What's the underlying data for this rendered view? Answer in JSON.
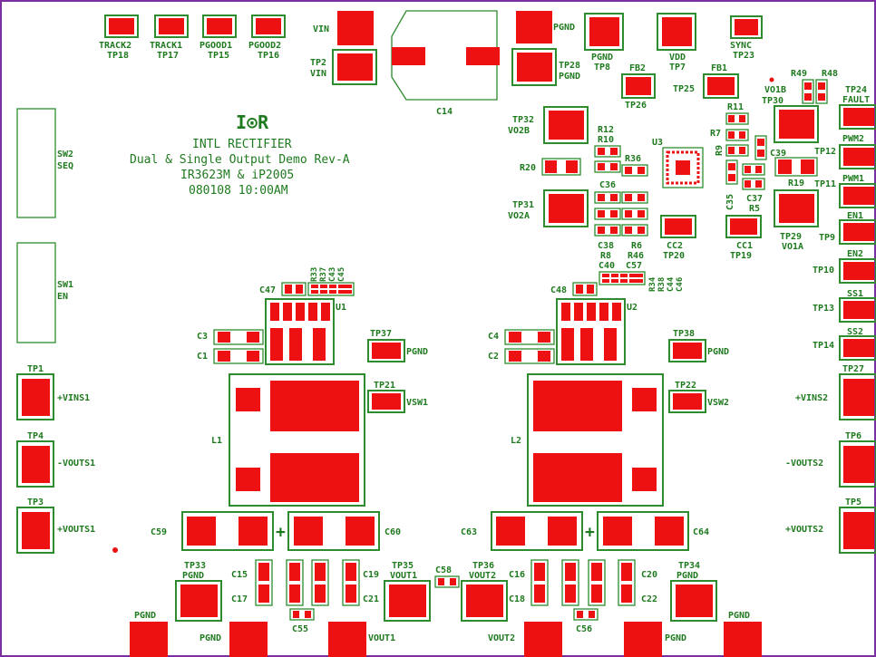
{
  "colors": {
    "copper": "#ee1111",
    "silkscreen": "#1f7a1f",
    "border": "#7b2fa0",
    "background": "#ffffff"
  },
  "logo": "I⊙R",
  "title_block": [
    "INTL RECTIFIER",
    "Dual & Single Output Demo Rev-A",
    "IR3623M & iP2005",
    "080108 10:00AM"
  ],
  "labels": {
    "track2": "TRACK2",
    "tp18": "TP18",
    "track1": "TRACK1",
    "tp17": "TP17",
    "pgood1": "PGOOD1",
    "tp15": "TP15",
    "pgood2": "PGOOD2",
    "tp16": "TP16",
    "vin": "VIN",
    "tp2": "TP2",
    "tp2_vin": "VIN",
    "c14": "C14",
    "pgnd_top": "PGND",
    "tp28": "TP28",
    "tp28_pgnd": "PGND",
    "pgnd_tp8": "PGND",
    "tp8": "TP8",
    "vdd": "VDD",
    "tp7": "TP7",
    "sync": "SYNC",
    "tp23": "TP23",
    "fb2": "FB2",
    "tp26": "TP26",
    "tp25": "TP25",
    "fb1": "FB1",
    "r49": "R49",
    "r48": "R48",
    "vo1b": "VO1B",
    "tp30": "TP30",
    "tp24": "TP24",
    "fault": "FAULT",
    "tp32": "TP32",
    "vo2b": "VO2B",
    "r12": "R12",
    "r10": "R10",
    "r36": "R36",
    "u3": "U3",
    "r11": "R11",
    "r7": "R7",
    "r9": "R9",
    "c39": "C39",
    "pwm2": "PWM2",
    "tp12": "TP12",
    "r20": "R20",
    "r19": "R19",
    "pwm1": "PWM1",
    "tp11": "TP11",
    "c36": "C36",
    "c35": "C35",
    "c37": "C37",
    "r5": "R5",
    "tp31": "TP31",
    "vo2a": "VO2A",
    "en1": "EN1",
    "tp9": "TP9",
    "tp29": "TP29",
    "vo1a": "VO1A",
    "c38": "C38",
    "r6": "R6",
    "r8": "R8",
    "r46": "R46",
    "cc2": "CC2",
    "tp20": "TP20",
    "cc1": "CC1",
    "tp19": "TP19",
    "en2": "EN2",
    "tp10": "TP10",
    "c40": "C40",
    "c57": "C57",
    "r34": "R34",
    "r38": "R38",
    "c44": "C44",
    "c46": "C46",
    "sw2": "SW2",
    "seq": "SEQ",
    "sw1": "SW1",
    "en": "EN",
    "r33": "R33",
    "r37": "R37",
    "c43": "C43",
    "c45": "C45",
    "c47": "C47",
    "u1": "U1",
    "c48": "C48",
    "u2": "U2",
    "ss1": "SS1",
    "tp13": "TP13",
    "ss2": "SS2",
    "tp14": "TP14",
    "c3": "C3",
    "c1": "C1",
    "c4": "C4",
    "c2": "C2",
    "tp37": "TP37",
    "pgnd_tp37": "PGND",
    "tp38": "TP38",
    "pgnd_tp38": "PGND",
    "tp1": "TP1",
    "vins1": "+VINS1",
    "tp21": "TP21",
    "vsw1": "VSW1",
    "tp22": "TP22",
    "vsw2": "VSW2",
    "tp27": "TP27",
    "vins2": "+VINS2",
    "tp4": "TP4",
    "vouts1_neg": "-VOUTS1",
    "l1": "L1",
    "l2": "L2",
    "tp6": "TP6",
    "vouts2_neg": "-VOUTS2",
    "tp3": "TP3",
    "vouts1_pos": "+VOUTS1",
    "c59": "C59",
    "c60": "C60",
    "c63": "C63",
    "c64": "C64",
    "tp5": "TP5",
    "vouts2_pos": "+VOUTS2",
    "plus1": "+",
    "plus2": "+",
    "tp33": "TP33",
    "pgnd_tp33": "PGND",
    "c15": "C15",
    "c17": "C17",
    "c19": "C19",
    "c21": "C21",
    "tp35": "TP35",
    "vout1_tp35": "VOUT1",
    "c58": "C58",
    "tp36": "TP36",
    "vout2_tp36": "VOUT2",
    "c16": "C16",
    "c18": "C18",
    "c20": "C20",
    "c22": "C22",
    "tp34": "TP34",
    "pgnd_tp34": "PGND",
    "c55": "C55",
    "c56": "C56",
    "pgnd_b1": "PGND",
    "pgnd_b2": "PGND",
    "vout1_b": "VOUT1",
    "vout2_b": "VOUT2",
    "pgnd_b3": "PGND",
    "pgnd_b4": "PGND"
  }
}
